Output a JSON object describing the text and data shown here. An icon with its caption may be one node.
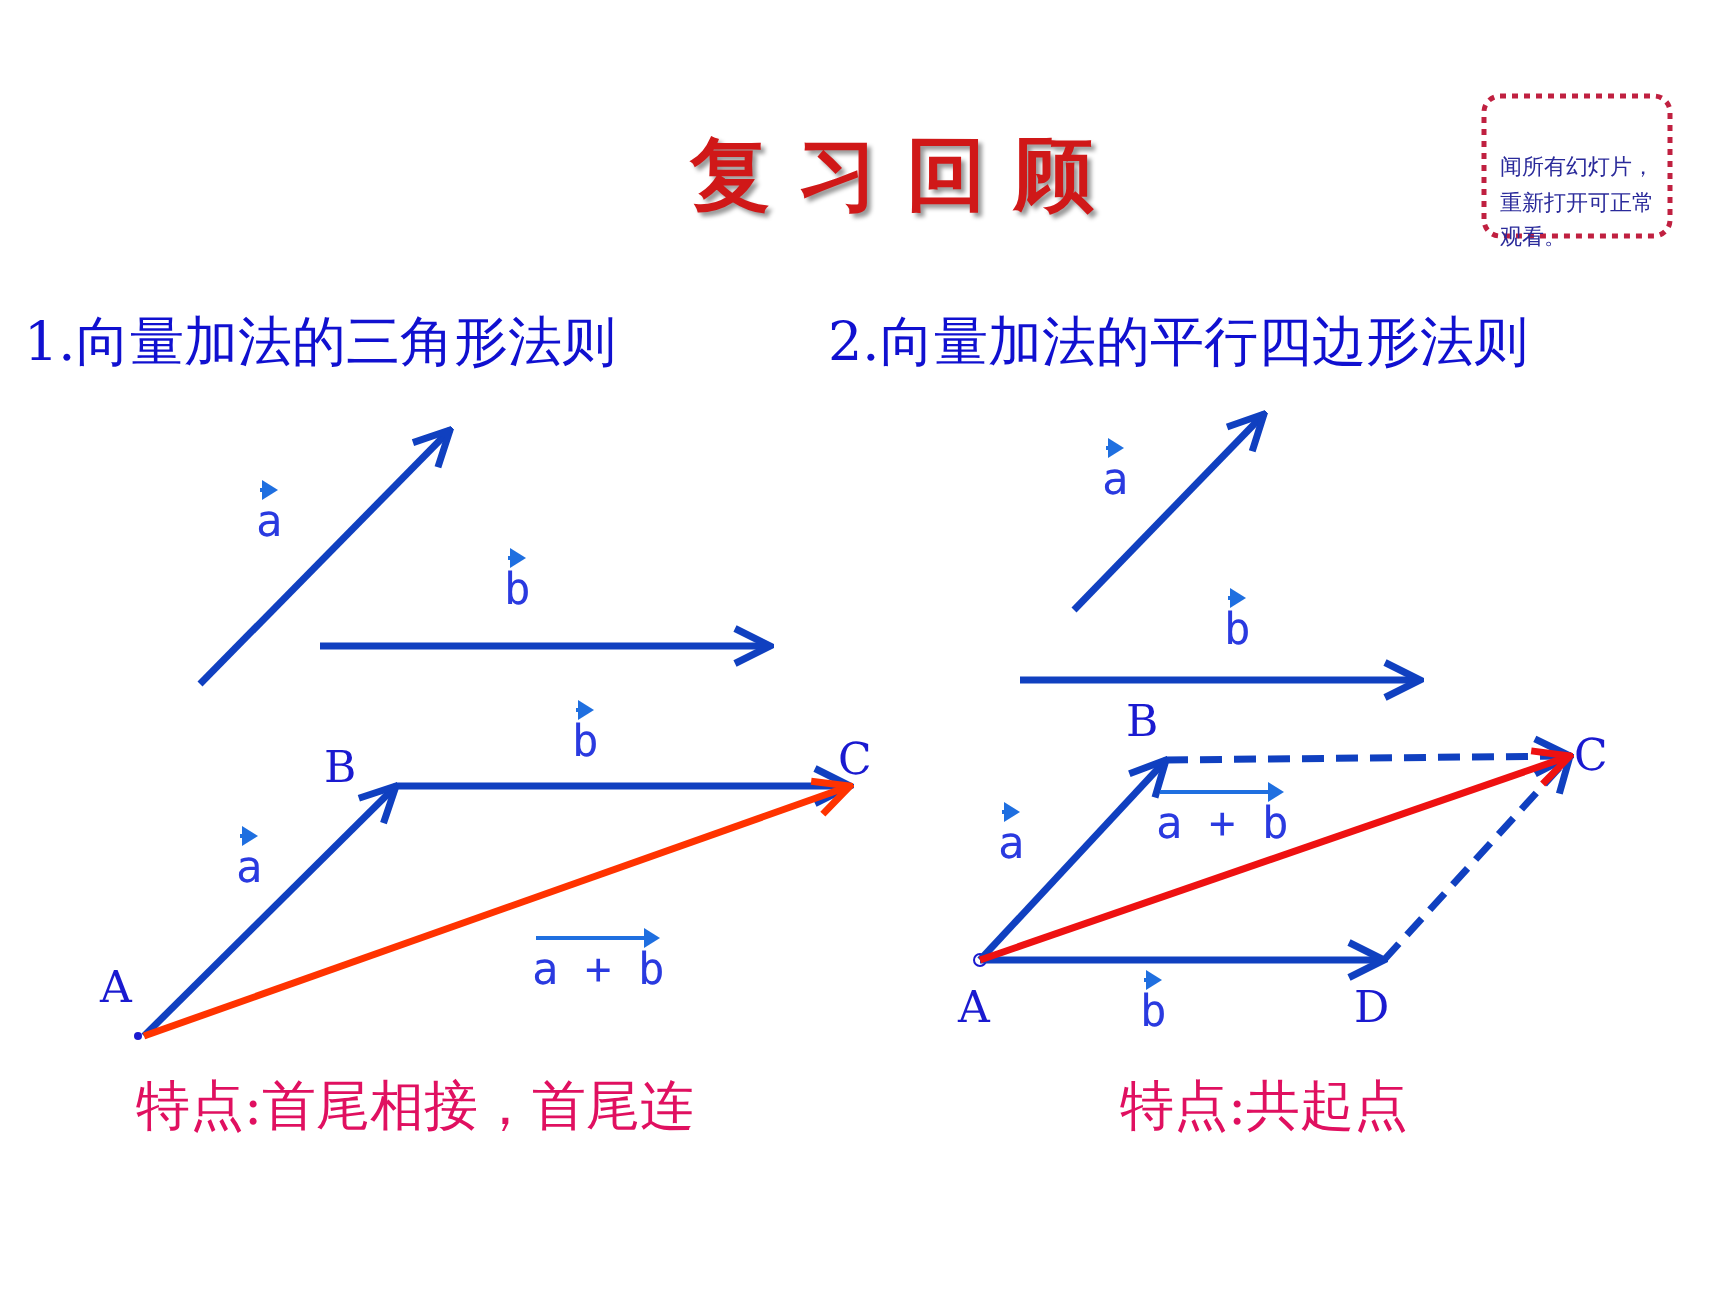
{
  "diagram": {
    "title": "复习回顾",
    "nodes": [
      {
        "text": [
          "A"
        ]
      },
      {
        "text": [
          "B"
        ]
      },
      {
        "text": [
          "C"
        ]
      },
      {
        "text": [
          "A"
        ]
      },
      {
        "text": [
          "B"
        ]
      },
      {
        "text": [
          "C"
        ]
      },
      {
        "text": [
          "D"
        ]
      }
    ],
    "edges": [
      {
        "from": 0,
        "to": 1,
        "arrow": "to",
        "label": "a"
      },
      {
        "from": 1,
        "to": 2,
        "arrow": "to",
        "label": "b"
      },
      {
        "from": 0,
        "to": 2,
        "arrow": "to",
        "label": "a + b",
        "color": "#ff3300"
      },
      {
        "from": 3,
        "to": 4,
        "arrow": "to",
        "label": "a"
      },
      {
        "from": 3,
        "to": 6,
        "arrow": "to",
        "label": "b"
      },
      {
        "from": 4,
        "to": 5,
        "arrow": "to",
        "style": "dashed"
      },
      {
        "from": 6,
        "to": 5,
        "arrow": "to",
        "style": "dashed"
      },
      {
        "from": 3,
        "to": 5,
        "arrow": "to",
        "label": "a + b",
        "color": "#ee1111"
      }
    ],
    "labels": [
      "闻所有幻灯片，重新打开可正常观看。",
      "1.向量加法的三角形法则",
      "2.向量加法的平行四边形法则",
      "a",
      "b",
      "a",
      "b",
      "特点:首尾相接，首尾连",
      "特点:共起点"
    ]
  }
}
